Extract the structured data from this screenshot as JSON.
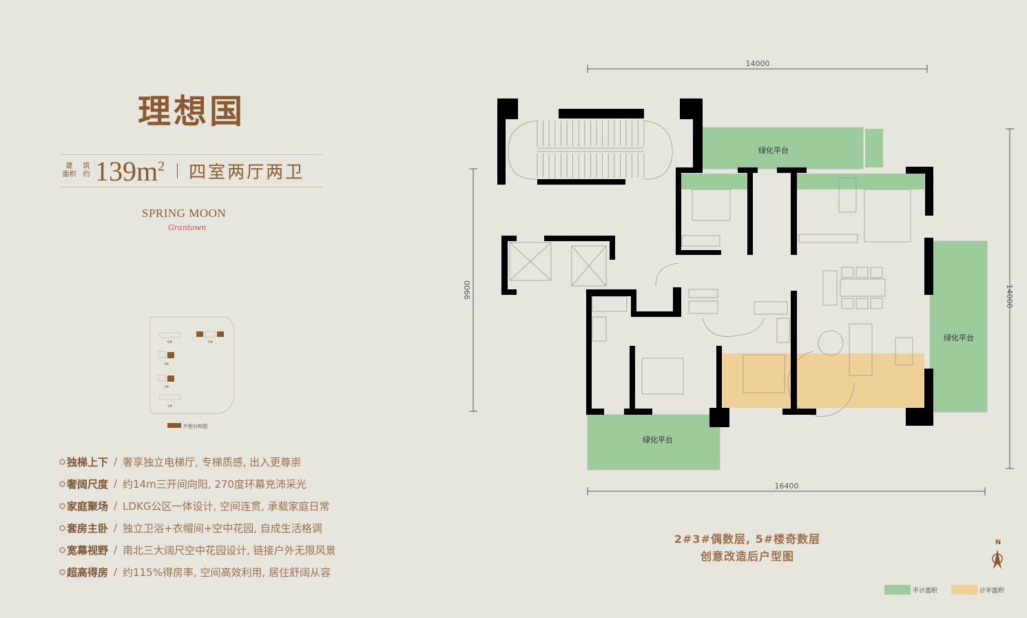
{
  "project": {
    "title": "理想国",
    "area_label_chars": [
      "建",
      "筑",
      "面积",
      "约"
    ],
    "area_value": "139",
    "area_unit": "m",
    "area_unit_sup": "2",
    "layout": "四室两厅两卫",
    "brand": "SPRING MOON",
    "brand_script": "Grantown"
  },
  "site_map": {
    "buildings": [
      "6#",
      "5#",
      "3#",
      "2#",
      "1#"
    ],
    "legend": "户型分布图",
    "highlight_color": "#8b5a2b"
  },
  "features": [
    {
      "title": "独梯上下",
      "desc": "奢享独立电梯厅, 专梯质感, 出入更尊崇"
    },
    {
      "title": "奢阔尺度",
      "desc": "约14m三开间向阳, 270度环幕充沛采光"
    },
    {
      "title": "家庭聚场",
      "desc": "LDKG公区一体设计, 空间连贯, 承载家庭日常"
    },
    {
      "title": "套房主卧",
      "desc": "独立卫浴+衣帽间+空中花园, 自成生活格调"
    },
    {
      "title": "宽幕视野",
      "desc": "南北三大阔尺空中花园设计, 链接户外无限风景"
    },
    {
      "title": "超高得房",
      "desc": "约115%得房率, 空间高效利用, 居住舒阔从容"
    }
  ],
  "floorplan": {
    "dimensions": {
      "top": "14000",
      "left": "9900",
      "right": "14000",
      "bottom": "16400"
    },
    "balcony_label": "绿化平台",
    "colors": {
      "excluded_area": "#9ccc9c",
      "half_area": "#efd197",
      "wall": "#000000"
    }
  },
  "caption": {
    "line1": "2#3#偶数层, 5#楼奇数层",
    "line2": "创意改造后户型图"
  },
  "compass": {
    "label": "N"
  },
  "legend": [
    {
      "label": "不计面积",
      "color": "#9ccc9c"
    },
    {
      "label": "计半面积",
      "color": "#efd197"
    }
  ],
  "separator": "/"
}
